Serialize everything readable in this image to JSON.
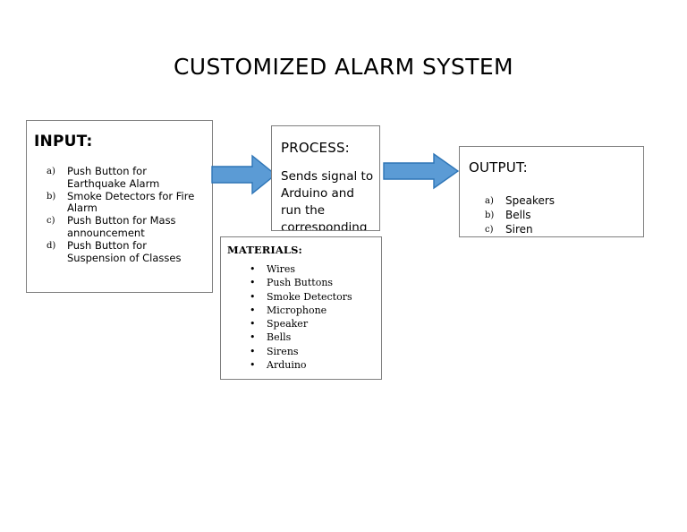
{
  "slide": {
    "title": "CUSTOMIZED ALARM SYSTEM",
    "background_color": "#FFFFFF"
  },
  "colors": {
    "arrow_fill": "#5B9BD5",
    "arrow_stroke": "#2E75B6",
    "box_border": "#7F7F7F",
    "text": "#000000"
  },
  "input_box": {
    "heading": "INPUT:",
    "items": [
      {
        "marker": "a)",
        "text": "Push Button for Earthquake Alarm"
      },
      {
        "marker": "b)",
        "text": "Smoke Detectors for Fire Alarm"
      },
      {
        "marker": "c)",
        "text": "Push Button for Mass announcement"
      },
      {
        "marker": "d)",
        "text": "Push Button for Suspension of Classes"
      }
    ]
  },
  "process_box": {
    "heading": "PROCESS:",
    "text": "Sends signal to Arduino and run the corresponding"
  },
  "output_box": {
    "heading": "OUTPUT:",
    "items": [
      {
        "marker": "a)",
        "text": "Speakers"
      },
      {
        "marker": "b)",
        "text": "Bells"
      },
      {
        "marker": "c)",
        "text": "Siren"
      }
    ]
  },
  "materials_box": {
    "heading": "MATERIALS:",
    "items": [
      "Wires",
      "Push Buttons",
      "Smoke Detectors",
      "Microphone",
      "Speaker",
      "Bells",
      "Sirens",
      "Arduino"
    ],
    "bullet_glyph": "•"
  },
  "arrows": [
    {
      "name": "input-to-process",
      "direction": "right"
    },
    {
      "name": "process-to-output",
      "direction": "right"
    }
  ]
}
